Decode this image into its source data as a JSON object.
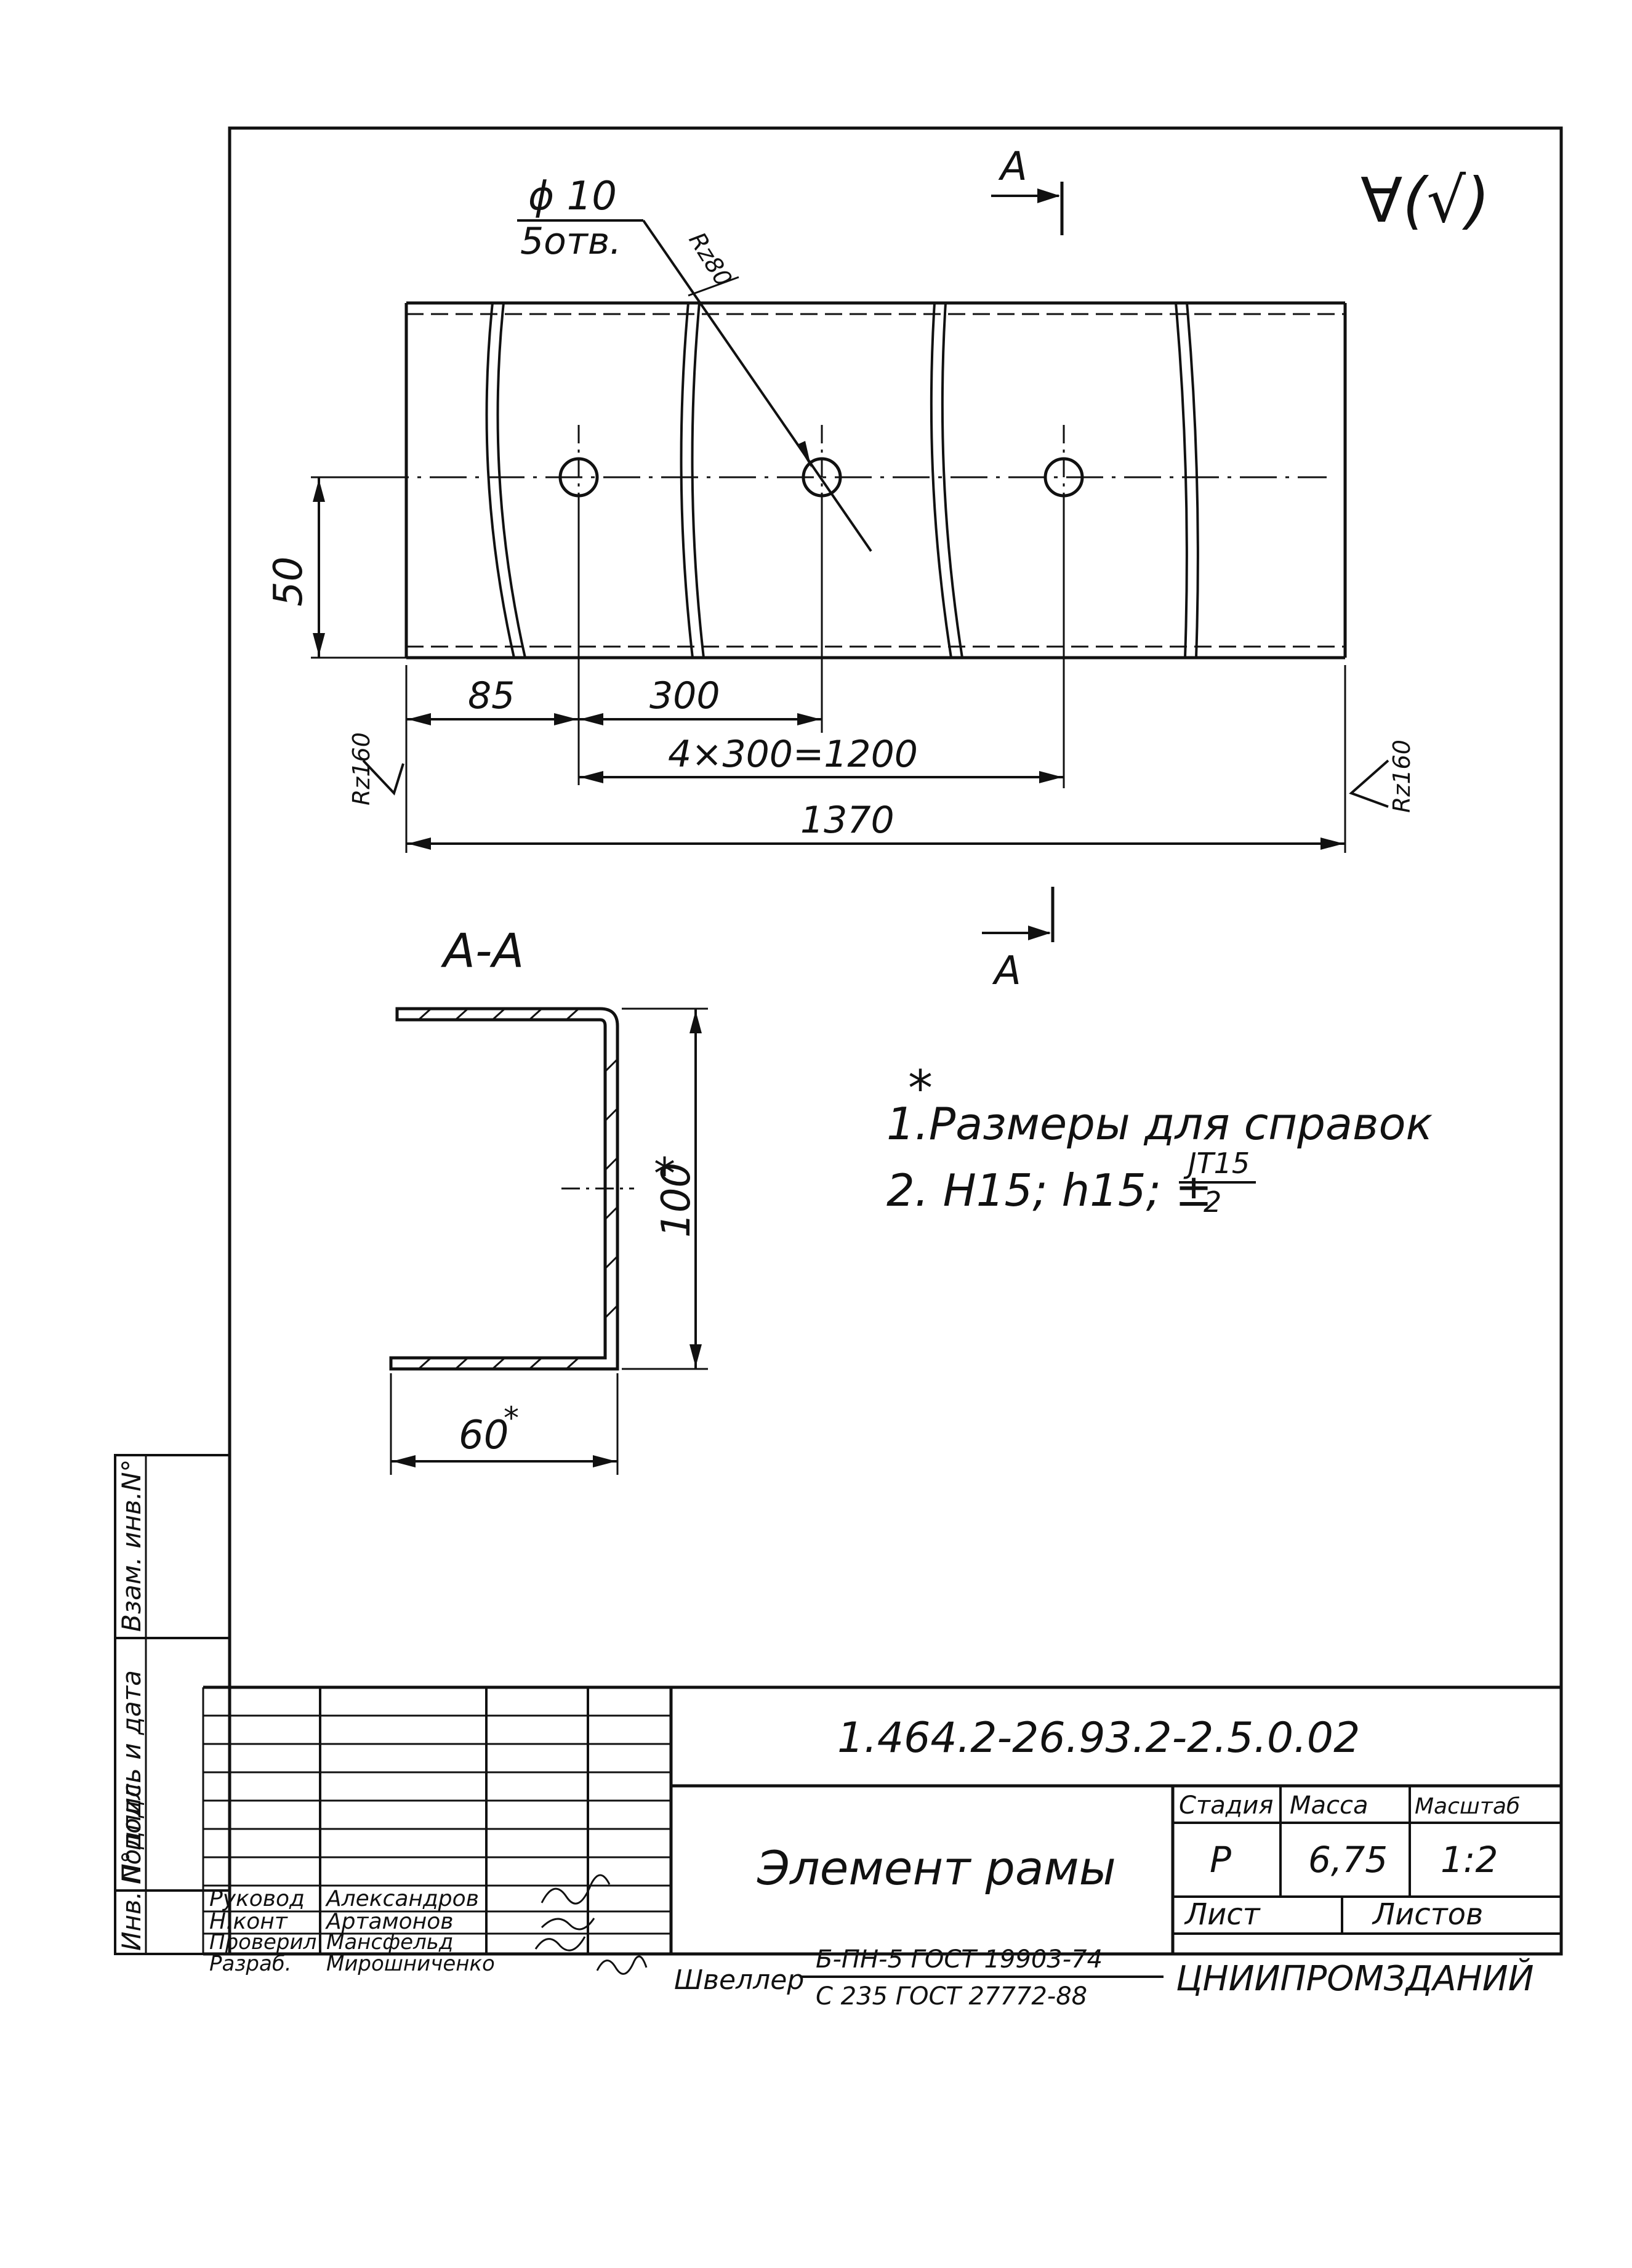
{
  "view": {
    "hole_callout_top": "ϕ 10",
    "hole_callout_bottom": "5отв.",
    "hole_roughness": "Rz80",
    "surface_finish_symbol": "∀(√)",
    "section_mark": "A",
    "section_title": "А-А",
    "dims": {
      "height": "50",
      "edge_offset": "85",
      "pitch": "300",
      "total_pitch": "4×300=1200",
      "overall": "1370",
      "end_roughness": "Rz160"
    },
    "section_dims": {
      "height": "100",
      "height_mark": "*",
      "width": "60",
      "width_mark": "*"
    }
  },
  "notes": {
    "note1_mark": "*",
    "note1": "1.Размеры для справок",
    "note2_text": "2. H15; h15; ±",
    "note2_fraction_top": "JT15",
    "note2_fraction_bottom": "2"
  },
  "margin_labels": [
    "Инв. N°подл.",
    "Подпись и дата",
    "Взам. инв.N°"
  ],
  "title_block": {
    "designation": "1.464.2-26.93.2-2.5.0.02",
    "part_name": "Элемент рамы",
    "stage_label": "Стадия",
    "stage_value": "Р",
    "mass_label": "Масса",
    "mass_value": "6,75",
    "scale_label": "Масштаб",
    "scale_value": "1:2",
    "sheet_label": "Лист",
    "sheets_label": "Листов",
    "material_prefix": "Швеллер",
    "material_top": "Б-ПН-5 ГОСТ 19903-74",
    "material_bottom": "С 235 ГОСТ 27772-88",
    "organization": "ЦНИИПРОМЗДАНИЙ",
    "roles": [
      {
        "role": "Руковод",
        "name": "Александров"
      },
      {
        "role": "Н.конт",
        "name": "Артамонов"
      },
      {
        "role": "Проверил",
        "name": "Мансфельд"
      },
      {
        "role": "Разраб.",
        "name": "Мирошниченко"
      }
    ]
  }
}
